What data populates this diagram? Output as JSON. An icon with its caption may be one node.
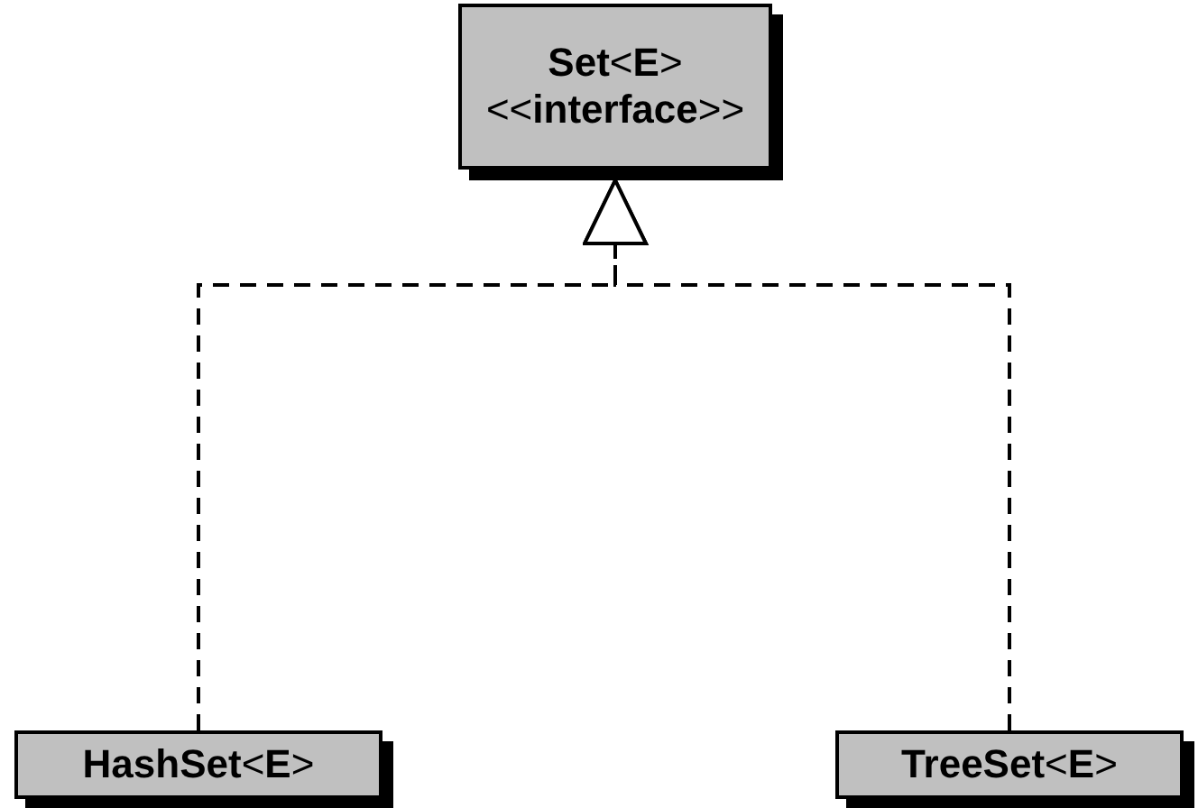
{
  "diagram": {
    "nodes": [
      {
        "text": [
          "**Set**<**E**>",
          "<<**interface**>>"
        ]
      },
      {
        "text": [
          "**HashSet**<**E**>"
        ]
      },
      {
        "text": [
          "**TreeSet**<**E**>"
        ]
      }
    ],
    "edges": [
      {
        "from": 1,
        "to": 0,
        "arrow": "to",
        "style": "dashed"
      },
      {
        "from": 2,
        "to": 0,
        "arrow": "to",
        "style": "dashed"
      }
    ]
  }
}
